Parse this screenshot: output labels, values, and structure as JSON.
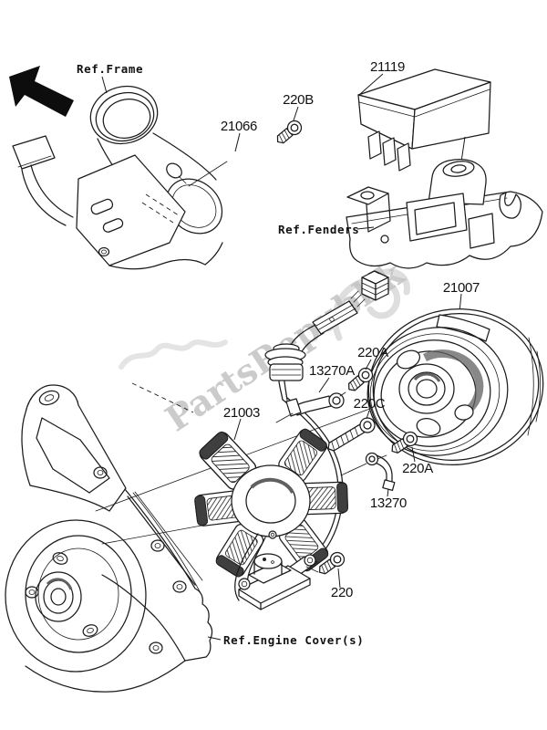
{
  "diagram": {
    "watermark": "PartsRepublik",
    "labels": {
      "ref_frame": "Ref.Frame",
      "igniter": "21119",
      "screw_220b": "220B",
      "coil": "21066",
      "ref_fenders": "Ref.Fenders",
      "flywheel": "21007",
      "screw_220a_upper": "220A",
      "holder_13270a": "13270A",
      "screw_220c": "220C",
      "stator": "21003",
      "screw_220a_lower": "220A",
      "clamp_13270": "13270",
      "screw_220": "220",
      "ref_engine_cover": "Ref.Engine Cover(s)"
    }
  }
}
